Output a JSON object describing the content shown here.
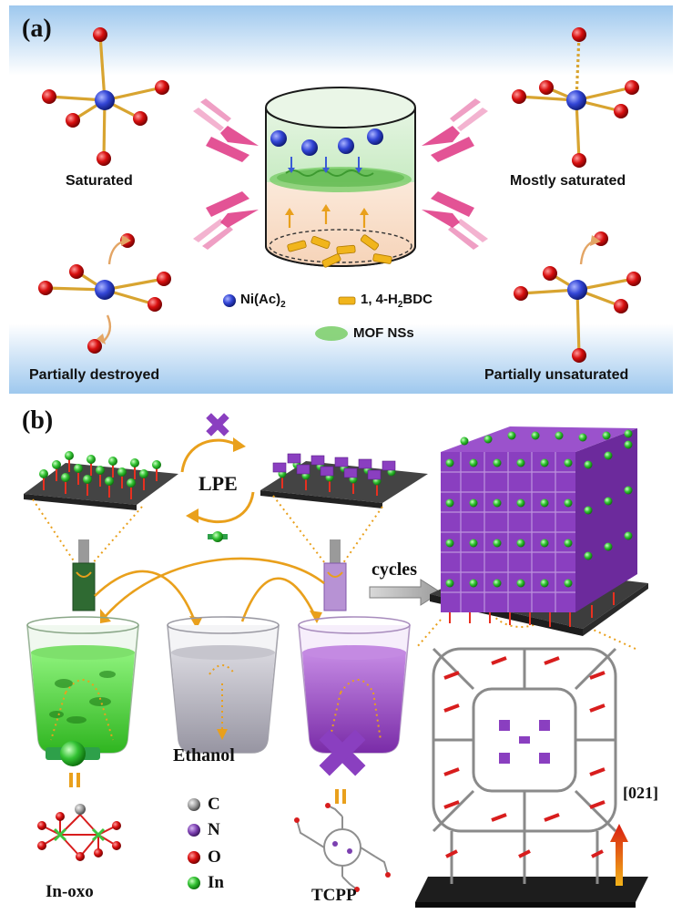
{
  "panel_a": {
    "label": "(a)",
    "saturated": "Saturated",
    "mostly_saturated": "Mostly saturated",
    "partially_destroyed": "Partially destroyed",
    "partially_unsaturated": "Partially unsaturated",
    "legend": {
      "nickel_main": "Ni(Ac)",
      "nickel_sub": "2",
      "linker_main": "1, 4-H",
      "linker_sub": "2",
      "linker_tail": "BDC",
      "mof": "MOF NSs"
    }
  },
  "panel_b": {
    "label": "(b)",
    "lpe": "LPE",
    "cycles": "cycles",
    "ethanol": "Ethanol",
    "in_oxo": "In-oxo",
    "tcpp": "TCPP",
    "direction": "[021]",
    "atom_legend": [
      {
        "symbol": "C",
        "color": "#9a9a9a"
      },
      {
        "symbol": "N",
        "color": "#7b3fb0"
      },
      {
        "symbol": "O",
        "color": "#d81d1d"
      },
      {
        "symbol": "In",
        "color": "#3ec43e"
      }
    ]
  },
  "colors": {
    "ni_atom": "#2f3fc7",
    "o_atom": "#cc1010",
    "bond": "#d8a430",
    "chevron": "#e0408a",
    "arrow_orange": "#e9a01c",
    "green_solution": "#4fd23a",
    "purple_solution": "#9b4fc2",
    "grey_solution": "#b6b4bf"
  }
}
